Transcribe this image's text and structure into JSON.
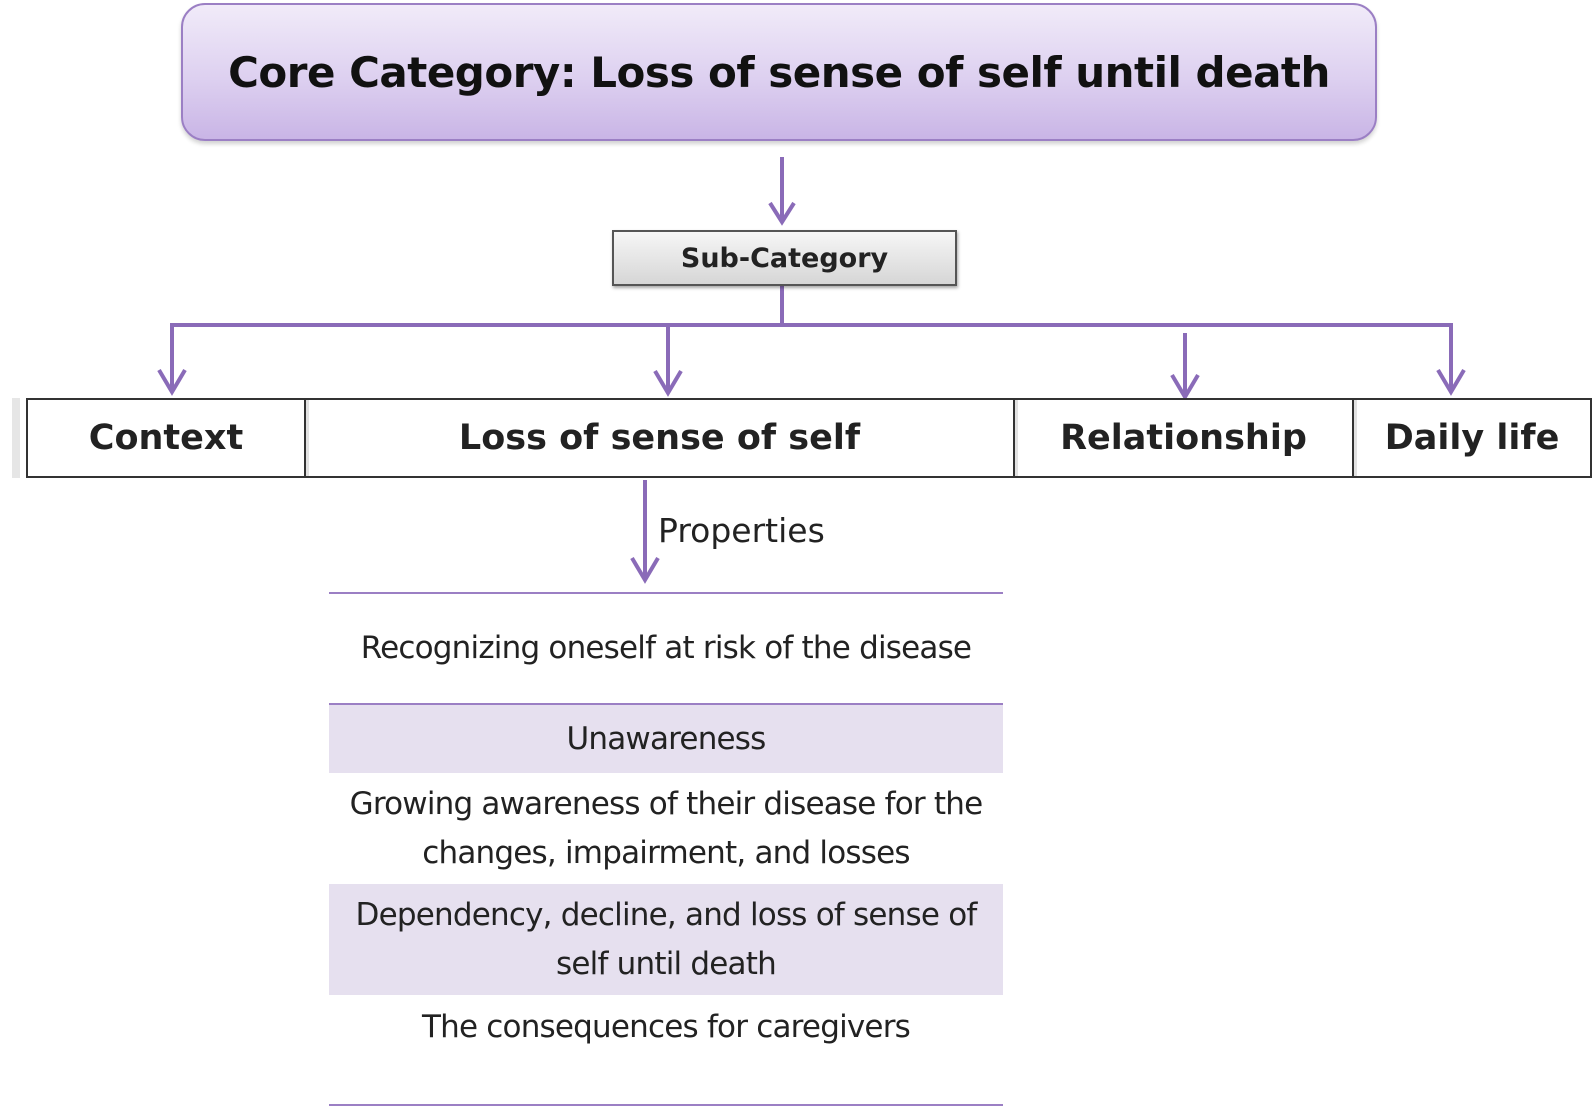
{
  "core": {
    "title": "Core Category: Loss of sense of self until death"
  },
  "sub_category": {
    "label": "Sub-Category"
  },
  "categories": [
    {
      "label": "Context"
    },
    {
      "label": "Loss of sense of self"
    },
    {
      "label": "Relationship"
    },
    {
      "label": "Daily life"
    }
  ],
  "properties": {
    "label": "Properties",
    "items": [
      {
        "text": "Recognizing oneself at risk of the disease",
        "shaded": false
      },
      {
        "text": "Unawareness",
        "shaded": true
      },
      {
        "text": "Growing awareness of their disease for the changes, impairment, and losses",
        "shaded": false
      },
      {
        "text": "Dependency, decline, and loss of sense of self until death",
        "shaded": true
      },
      {
        "text": "The consequences for caregivers",
        "shaded": false
      }
    ]
  },
  "colors": {
    "connector": "#8a6bb8",
    "core_fill": "#ddd0f0",
    "shaded_row": "#e6e0ef"
  }
}
